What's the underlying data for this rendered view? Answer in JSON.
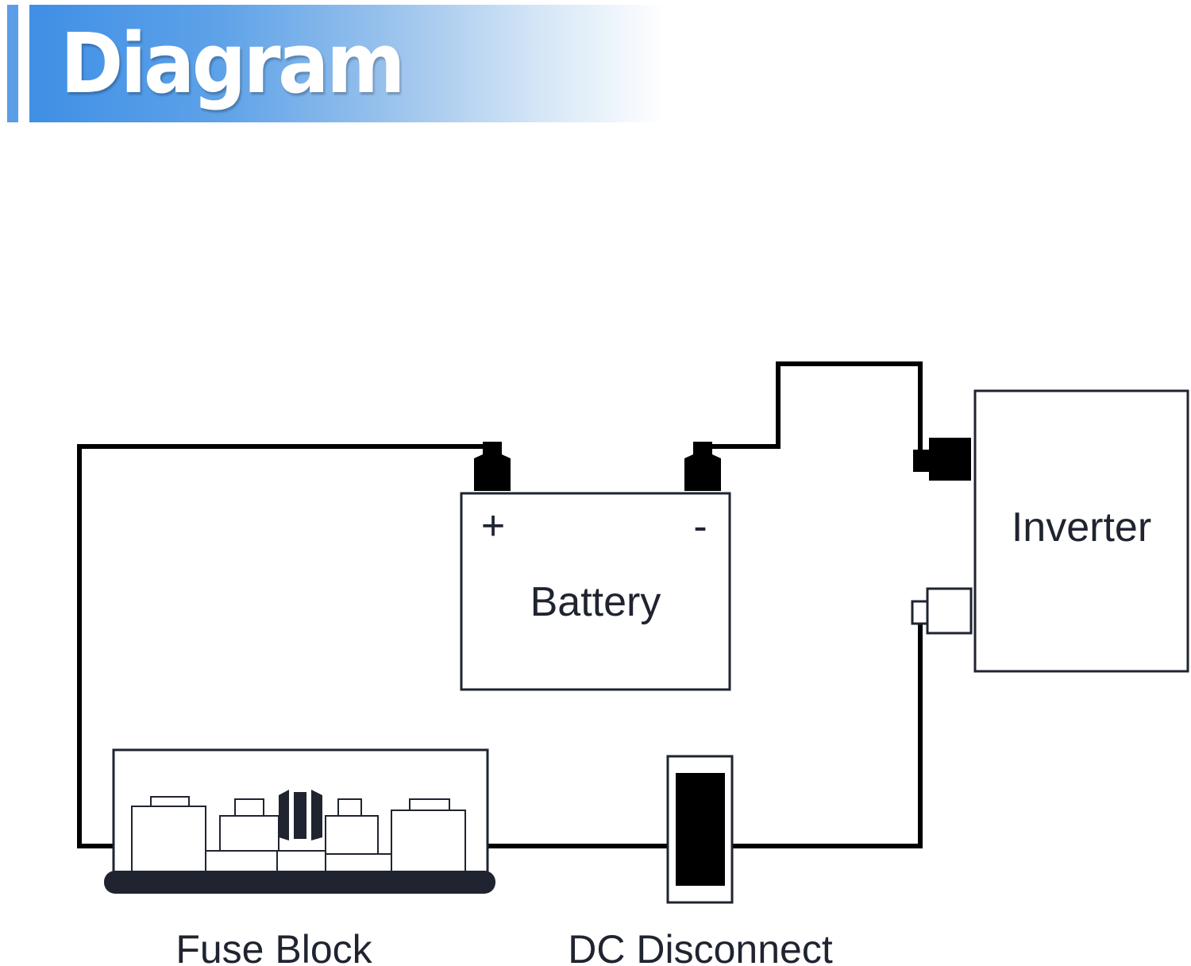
{
  "header": {
    "title": "Diagram",
    "accent_color": "#3f8fe6"
  },
  "battery": {
    "label": "Battery",
    "positive_symbol": "+",
    "negative_symbol": "-"
  },
  "inverter": {
    "label": "Inverter"
  },
  "fuse_block": {
    "label": "Fuse Block"
  },
  "dc_disconnect": {
    "label": "DC Disconnect"
  },
  "colors": {
    "wire": "#000000",
    "component_outline": "#1f2430",
    "fill": "#ffffff"
  }
}
